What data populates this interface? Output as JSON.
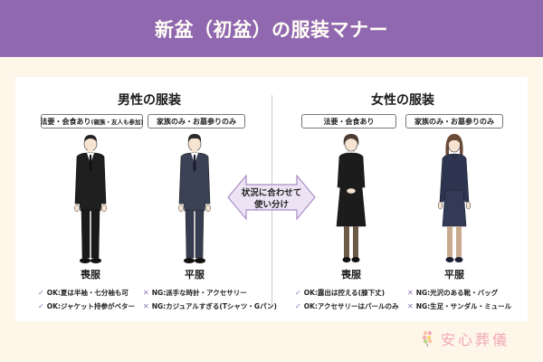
{
  "header": {
    "title": "新盆（初盆）の服装マナー"
  },
  "men": {
    "title": "男性の服装",
    "formal": {
      "occasion": "法要・会食あり",
      "occasion_note": "(親族・友人も参加)",
      "label": "喪服",
      "rules": [
        {
          "type": "ok",
          "icon": "check-icon",
          "text": "OK:夏は半袖・七分袖も可"
        },
        {
          "type": "ok",
          "icon": "check-icon",
          "text": "OK:ジャケット持参がベター"
        }
      ]
    },
    "casual": {
      "occasion": "家族のみ・お墓参りのみ",
      "label": "平服",
      "rules": [
        {
          "type": "ng",
          "icon": "cross-icon",
          "text": "NG:派手な時計・アクセサリー"
        },
        {
          "type": "ng",
          "icon": "cross-icon",
          "text": "NG:カジュアルすぎる(Tシャツ・Gパン)"
        }
      ]
    }
  },
  "women": {
    "title": "女性の服装",
    "formal": {
      "occasion": "法要・会食あり",
      "label": "喪服",
      "rules": [
        {
          "type": "ok",
          "icon": "check-icon",
          "text": "OK:露出は控える(膝下丈)"
        },
        {
          "type": "ok",
          "icon": "check-icon",
          "text": "OK:アクセサリーはパールのみ"
        }
      ]
    },
    "casual": {
      "occasion": "家族のみ・お墓参りのみ",
      "label": "平服",
      "rules": [
        {
          "type": "ng",
          "icon": "cross-icon",
          "text": "NG:光沢のある靴・バッグ"
        },
        {
          "type": "ng",
          "icon": "cross-icon",
          "text": "NG:生足・サンダル・ミュール"
        }
      ]
    }
  },
  "arrow": {
    "line1": "状況に合わせて",
    "line2": "使い分け"
  },
  "marks": {
    "check": "✓",
    "cross": "✕"
  },
  "logo": {
    "text": "安心葬儀"
  },
  "colors": {
    "header_bg": "#9068b0",
    "page_bg": "#fff6ea",
    "accent": "#8a6fae",
    "arrow_fill": "#ece4f4",
    "logo_pink": "#f0a8b4"
  }
}
